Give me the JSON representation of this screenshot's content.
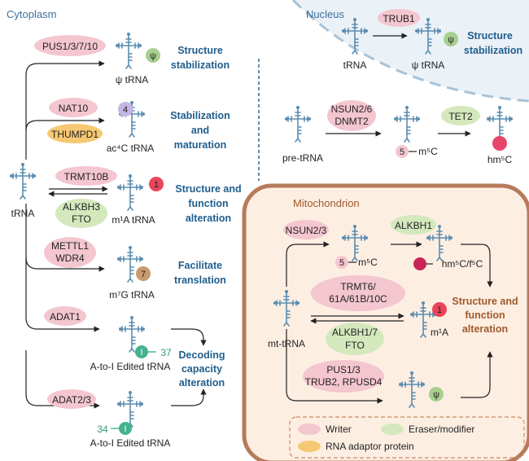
{
  "regions": {
    "cytoplasm": "Cytoplasm",
    "nucleus": "Nucleus",
    "mitochondrion": "Mitochondrion"
  },
  "cyto": {
    "source_trna": "tRNA",
    "pus": {
      "enzyme": "PUS1/3/7/10",
      "mark": "ψ",
      "product": "ψ tRNA",
      "effect": [
        "Structure",
        "stabilization"
      ]
    },
    "nat": {
      "enzyme": "NAT10",
      "adaptor": "THUMPD1",
      "mark": "4",
      "product": "ac⁴C tRNA",
      "effect": [
        "Stabilization",
        "and",
        "maturation"
      ]
    },
    "trmt": {
      "writer": "TRMT10B",
      "eraser": [
        "ALKBH3",
        "FTO"
      ],
      "mark": "1",
      "product": "m¹A tRNA",
      "effect": [
        "Structure and",
        "function",
        "alteration"
      ]
    },
    "mettl": {
      "enzyme": [
        "METTL1",
        "WDR4"
      ],
      "mark": "7",
      "product": "m⁷G tRNA",
      "effect": [
        "Facilitate",
        "translation"
      ]
    },
    "adat1": {
      "enzyme": "ADAT1",
      "mark": "I",
      "position": "37",
      "product": "A-to-I Edited tRNA"
    },
    "adat23": {
      "enzyme": "ADAT2/3",
      "mark": "I",
      "position": "34",
      "product": "A-to-I Edited tRNA"
    },
    "decoding_effect": [
      "Decoding",
      "capacity",
      "alteration"
    ]
  },
  "nucleus": {
    "trub": {
      "enzyme": "TRUB1",
      "source": "tRNA",
      "mark": "ψ",
      "product": "ψ tRNA",
      "effect": [
        "Structure",
        "stabilization"
      ]
    },
    "nsun": {
      "source": "pre-tRNA",
      "enzyme": [
        "NSUN2/6",
        "DNMT2"
      ],
      "mark": "5",
      "mark_label": "m⁵C",
      "enzyme2": "TET2",
      "product": "hm⁵C"
    }
  },
  "mito": {
    "source": "mt-tRNA",
    "nsun": {
      "enzyme": "NSUN2/3",
      "mark": "5",
      "mark_label": "m⁵C",
      "enzyme2": "ALKBH1",
      "product": "hm⁵C/f⁵C"
    },
    "trmt": {
      "writer": [
        "TRMT6/",
        "61A/61B/10C"
      ],
      "eraser": [
        "ALKBH1/7",
        "FTO"
      ],
      "mark": "1",
      "product": "m¹A"
    },
    "pus": {
      "enzyme": [
        "PUS1/3",
        "TRUB2, RPUSD4"
      ],
      "mark": "ψ"
    },
    "effect": [
      "Structure and",
      "function",
      "alteration"
    ]
  },
  "legend": {
    "writer": "Writer",
    "eraser": "Eraser/modifier",
    "adaptor": "RNA adaptor protein"
  },
  "colors": {
    "writer": "#f4c6cf",
    "eraser": "#d4e8bd",
    "adaptor": "#f6c873",
    "effect_blue": "#1f5d8c",
    "effect_brown": "#a05a2a",
    "mito_fill": "#fdeee2",
    "mito_border": "#b77b5a",
    "nucleus_fill": "#eaf1f7",
    "mark_green": "#a8cf8e",
    "mark_purple": "#c7b5e6",
    "mark_red": "#e8455a",
    "mark_brown": "#c99a6e",
    "mark_teal": "#45b38e",
    "mark_magenta": "#d63a6a",
    "trna_stroke": "#5b8db0"
  }
}
